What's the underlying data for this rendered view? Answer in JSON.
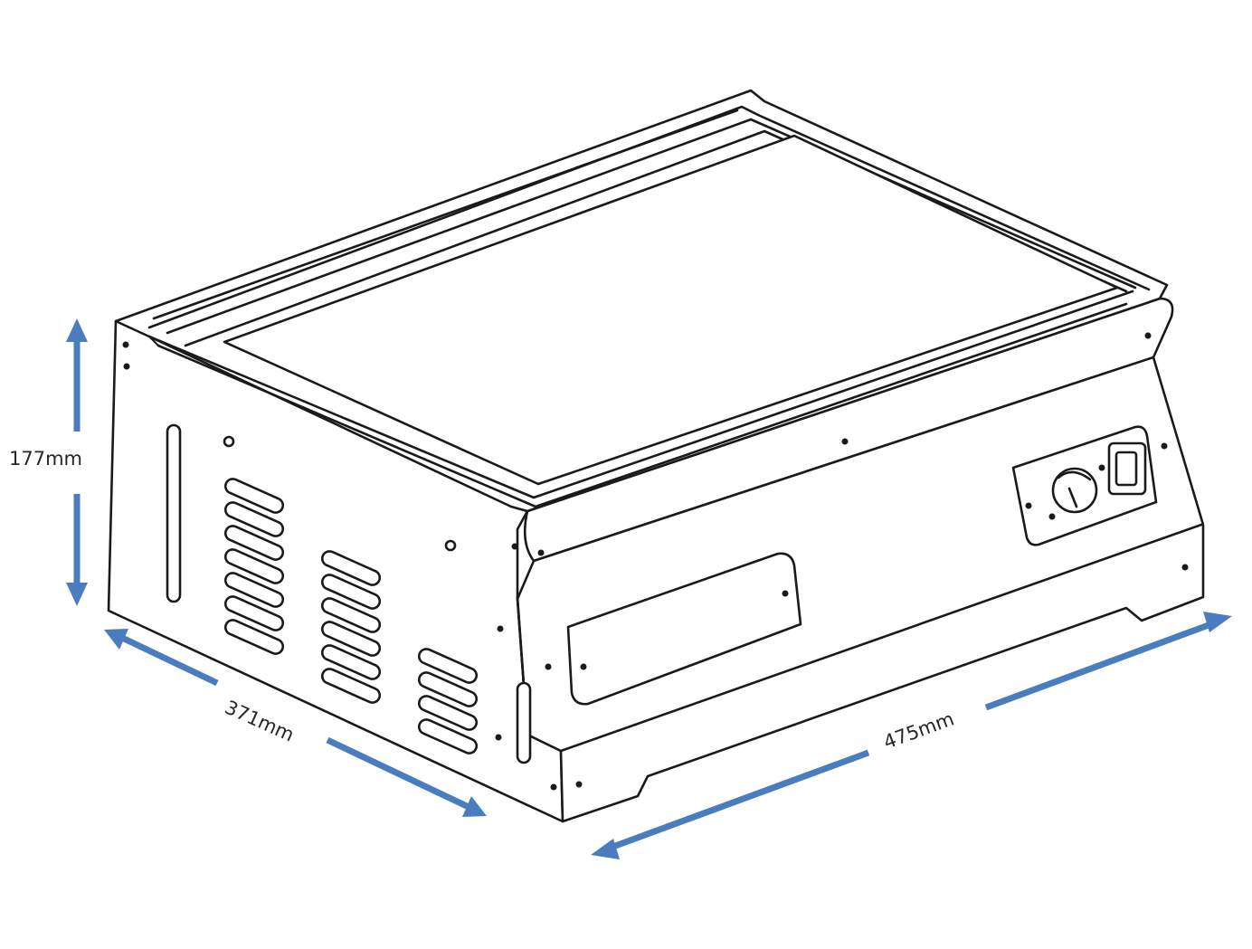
{
  "dimensions": {
    "height": "177mm",
    "depth": "371mm",
    "width": "475mm"
  },
  "colors": {
    "arrow": "#4a7dbf",
    "line": "#1a1a1a",
    "background": "#ffffff"
  },
  "controls": {
    "knob_icon": "rotary-knob-icon",
    "switch_icon": "rocker-switch-icon"
  }
}
